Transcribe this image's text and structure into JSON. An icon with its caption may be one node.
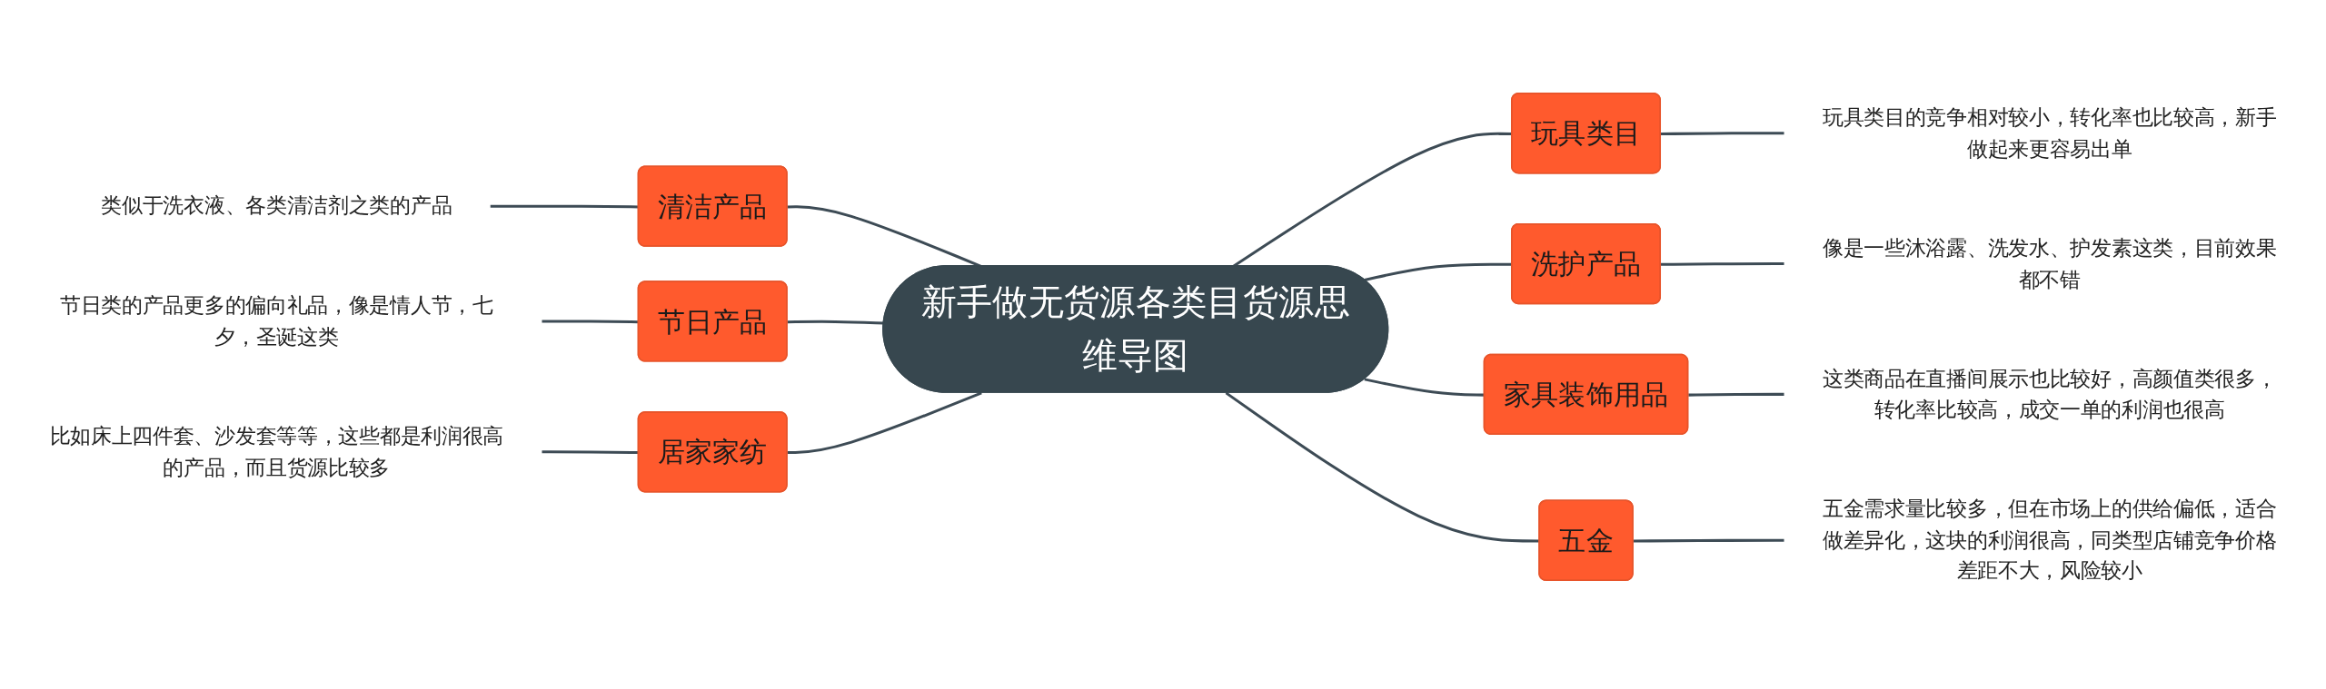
{
  "diagram": {
    "nodes": [
      {
        "text": [
          "新手做无货源各类目货源思维导图"
        ]
      },
      {
        "text": [
          "清洁产品"
        ]
      },
      {
        "text": [
          "类似于洗衣液、各类清洁剂之类的产品"
        ]
      },
      {
        "text": [
          "节日产品"
        ]
      },
      {
        "text": [
          "节日类的产品更多的偏向礼品，像是情人节，七夕，圣诞这类"
        ]
      },
      {
        "text": [
          "居家家纺"
        ]
      },
      {
        "text": [
          "比如床上四件套、沙发套等等，这些都是利润很高的产品，而且货源比较多"
        ]
      },
      {
        "text": [
          "玩具类目"
        ]
      },
      {
        "text": [
          "玩具类目的竞争相对较小，转化率也比较高，新手做起来更容易出单"
        ]
      },
      {
        "text": [
          "洗护产品"
        ]
      },
      {
        "text": [
          "像是一些沐浴露、洗发水、护发素这类，目前效果都不错"
        ]
      },
      {
        "text": [
          "家具装饰用品"
        ]
      },
      {
        "text": [
          "这类商品在直播间展示也比较好，高颜值类很多，转化率比较高，成交一单的利润也很高"
        ]
      },
      {
        "text": [
          "五金"
        ]
      },
      {
        "text": [
          "五金需求量比较多，但在市场上的供给偏低，适合做差异化，这块的利润很高，同类型店铺竞争价格差距不大，风险较小"
        ]
      }
    ],
    "edges": [
      {
        "from": 1,
        "to": 0,
        "arrow": "none"
      },
      {
        "from": 2,
        "to": 1,
        "arrow": "none"
      },
      {
        "from": 3,
        "to": 0,
        "arrow": "none"
      },
      {
        "from": 4,
        "to": 3,
        "arrow": "none"
      },
      {
        "from": 5,
        "to": 0,
        "arrow": "none"
      },
      {
        "from": 6,
        "to": 5,
        "arrow": "none"
      },
      {
        "from": 0,
        "to": 7,
        "arrow": "none"
      },
      {
        "from": 7,
        "to": 8,
        "arrow": "none"
      },
      {
        "from": 0,
        "to": 9,
        "arrow": "none"
      },
      {
        "from": 9,
        "to": 10,
        "arrow": "none"
      },
      {
        "from": 0,
        "to": 11,
        "arrow": "none"
      },
      {
        "from": 11,
        "to": 12,
        "arrow": "none"
      },
      {
        "from": 0,
        "to": 13,
        "arrow": "none"
      },
      {
        "from": 13,
        "to": 14,
        "arrow": "none"
      }
    ]
  }
}
